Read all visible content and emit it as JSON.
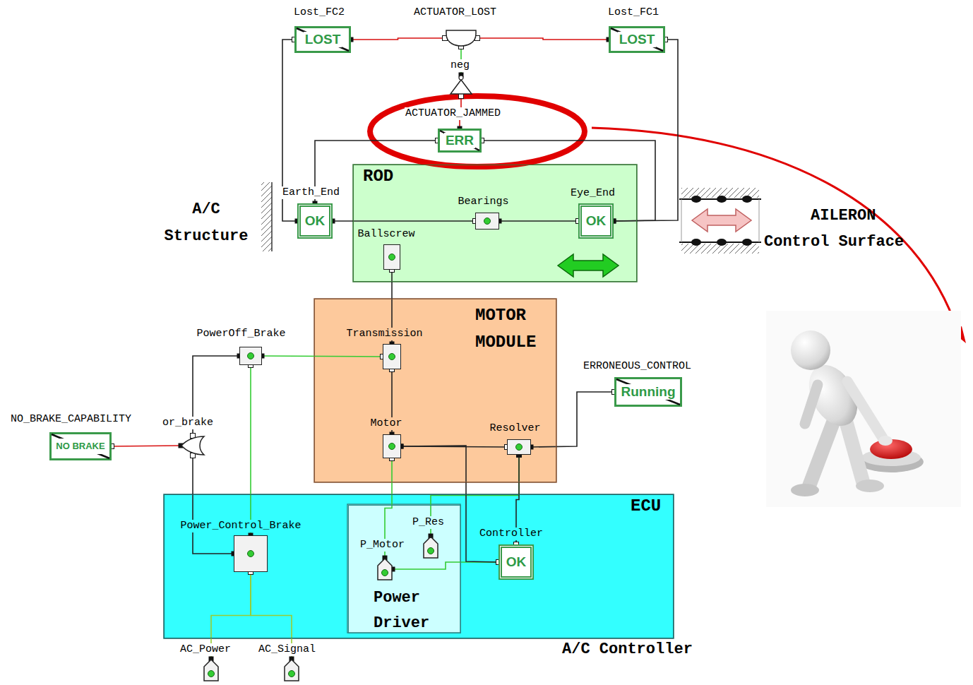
{
  "diagram": {
    "nodes": [
      {
        "text": [
          "Lost_FC2",
          "LOST"
        ]
      },
      {
        "text": [
          "ACTUATOR_LOST"
        ]
      },
      {
        "text": [
          "Lost_FC1",
          "LOST"
        ]
      },
      {
        "text": [
          "neg"
        ]
      },
      {
        "text": [
          "ACTUATOR_JAMMED",
          "ERR"
        ]
      },
      {
        "text": [
          "ROD"
        ]
      },
      {
        "text": [
          "Earth_End",
          "OK"
        ]
      },
      {
        "text": [
          "Bearings"
        ],
        "in": 5
      },
      {
        "text": [
          "Eye_End",
          "OK"
        ],
        "in": 5
      },
      {
        "text": [
          "Ballscrew"
        ],
        "in": 5
      },
      {
        "text": [
          "MOTOR MODULE"
        ]
      },
      {
        "text": [
          "PowerOff_Brake"
        ]
      },
      {
        "text": [
          "Transmission"
        ],
        "in": 10
      },
      {
        "text": [
          "ERRONEOUS_CONTROL",
          "Running"
        ]
      },
      {
        "text": [
          "NO_BRAKE_CAPABILITY",
          "NO BRAKE"
        ]
      },
      {
        "text": [
          "or_brake"
        ]
      },
      {
        "text": [
          "Motor"
        ],
        "in": 10
      },
      {
        "text": [
          "Resolver"
        ],
        "in": 10
      },
      {
        "text": [
          "ECU"
        ]
      },
      {
        "text": [
          "Power_Control_Brake"
        ],
        "in": 18
      },
      {
        "text": [
          "Power Driver"
        ],
        "in": 18
      },
      {
        "text": [
          "P_Res"
        ],
        "in": 20
      },
      {
        "text": [
          "P_Motor"
        ],
        "in": 20
      },
      {
        "text": [
          "Controller",
          "OK"
        ],
        "in": 18
      },
      {
        "text": [
          "AC_Power"
        ]
      },
      {
        "text": [
          "AC_Signal"
        ]
      }
    ],
    "edges": [
      {
        "from": 0,
        "to": 1,
        "arrow": "none"
      },
      {
        "from": 2,
        "to": 1,
        "arrow": "none"
      },
      {
        "from": 3,
        "to": 1,
        "arrow": "none"
      },
      {
        "from": 4,
        "to": 3,
        "arrow": "none"
      },
      {
        "from": 6,
        "to": 0,
        "arrow": "none"
      },
      {
        "from": 8,
        "to": 2,
        "arrow": "none"
      },
      {
        "from": 6,
        "to": 4,
        "arrow": "none"
      },
      {
        "from": 8,
        "to": 4,
        "arrow": "none"
      },
      {
        "from": 6,
        "to": 7,
        "arrow": "none"
      },
      {
        "from": 7,
        "to": 8,
        "arrow": "none"
      },
      {
        "from": 12,
        "to": 9,
        "arrow": "none"
      },
      {
        "from": 11,
        "to": 12,
        "arrow": "none"
      },
      {
        "from": 16,
        "to": 12,
        "arrow": "none"
      },
      {
        "from": 16,
        "to": 17,
        "arrow": "none"
      },
      {
        "from": 17,
        "to": 13,
        "arrow": "none"
      },
      {
        "from": 15,
        "to": 14,
        "arrow": "none"
      },
      {
        "from": 11,
        "to": 15,
        "arrow": "none"
      },
      {
        "from": 19,
        "to": 15,
        "arrow": "none"
      },
      {
        "from": 19,
        "to": 11,
        "arrow": "none"
      },
      {
        "from": 24,
        "to": 19,
        "arrow": "none"
      },
      {
        "from": 25,
        "to": 19,
        "arrow": "none"
      },
      {
        "from": 22,
        "to": 16,
        "arrow": "none"
      },
      {
        "from": 21,
        "to": 17,
        "arrow": "none"
      },
      {
        "from": 22,
        "to": 23,
        "arrow": "none"
      },
      {
        "from": 16,
        "to": 23,
        "arrow": "none"
      },
      {
        "from": 17,
        "to": 23,
        "arrow": "none"
      }
    ],
    "labels": [
      "A/C Structure",
      "AILERON",
      "Control Surface",
      "A/C Controller"
    ]
  }
}
